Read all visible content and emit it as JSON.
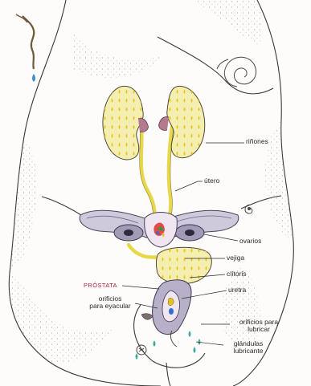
{
  "labels": {
    "rinones": "riñones",
    "utero": "útero",
    "ovarios": "ovarios",
    "vejiga": "vejiga",
    "clitoris": "clítoris",
    "prostata": "PRÓSTATA",
    "uretra": "uretra",
    "orificios_eyacular_1": "orificios",
    "orificios_eyacular_2": "para eyacular",
    "orificios_lubricar_1": "orificios para",
    "orificios_lubricar_2": "lubricar",
    "glandulas_1": "glándulas",
    "glandulas_2": "lubricante"
  },
  "colors": {
    "prostata_label": "#b0203a",
    "kidney_fill": "#f4efb0",
    "kidney_dot": "#e8c21a",
    "ureter": "#e6d84a",
    "uterus": "#8a7fa4",
    "ink": "#2a2a2a"
  }
}
